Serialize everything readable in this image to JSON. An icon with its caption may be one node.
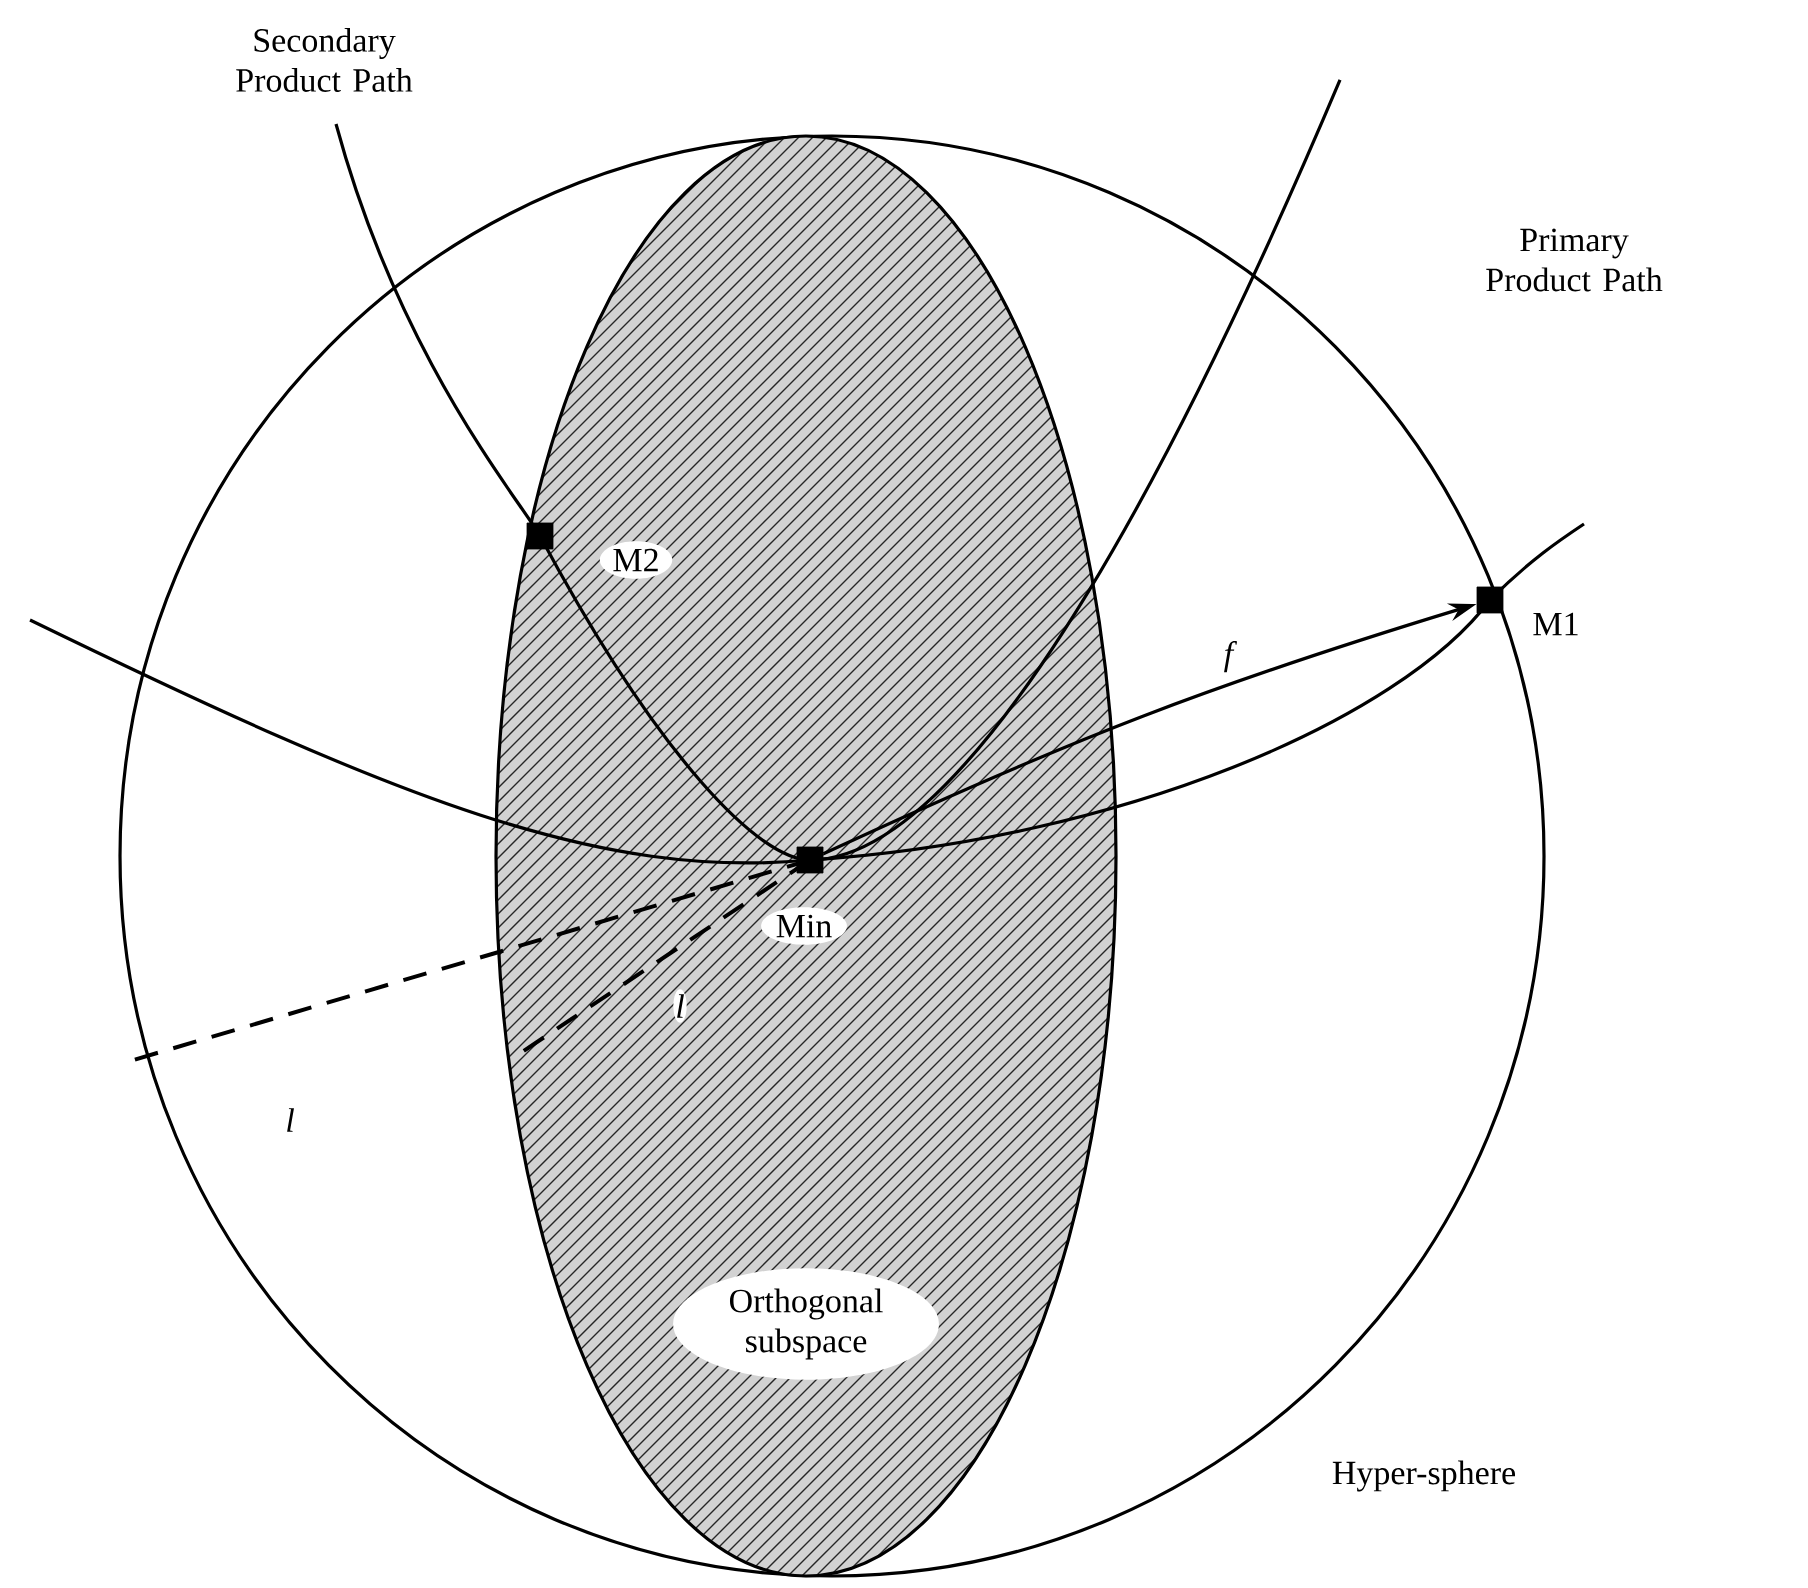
{
  "diagram": {
    "nodes": [
      {
        "text": [],
        "shape": "box",
        "beside": [
          "Min"
        ]
      },
      {
        "text": [],
        "shape": "box",
        "beside": [
          "M1"
        ]
      },
      {
        "text": [],
        "shape": "box",
        "beside": [
          "M2"
        ]
      },
      {
        "text": [
          "Orthogonal subspace"
        ]
      }
    ],
    "edges": [
      {
        "from": 0,
        "to": 1,
        "arrow": "to",
        "label": "f"
      }
    ],
    "labels": [
      "Secondary Product Path",
      "Primary Product Path",
      "l",
      "l",
      "Hyper-sphere"
    ]
  }
}
